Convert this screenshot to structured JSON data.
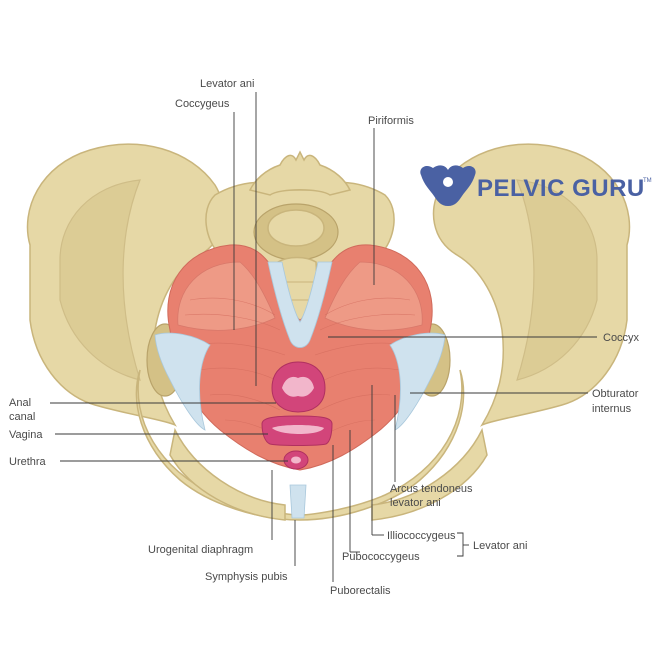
{
  "brand": {
    "name": "PELVIC GURU",
    "tm": "TM",
    "color": "#4a61a3"
  },
  "labels": {
    "levator_ani_top": "Levator ani",
    "coccygeus": "Coccygeus",
    "piriformis": "Piriformis",
    "coccyx": "Coccyx",
    "obturator_line1": "Obturator",
    "obturator_line2": "internus",
    "anal_line1": "Anal",
    "anal_line2": "canal",
    "vagina": "Vagina",
    "urethra": "Urethra",
    "arcus_line1": "Arcus tendoneus",
    "arcus_line2": "levator ani",
    "illiococcygeus": "Illiococcygeus",
    "pubococcygeus": "Pubococcygeus",
    "levator_ani_group": "Levator ani",
    "urogenital": "Urogenital diaphragm",
    "symphysis": "Symphysis pubis",
    "puborectalis": "Puborectalis"
  },
  "colors": {
    "bone": "#e6d8a6",
    "muscle": "#e8806f",
    "fascia": "#cfe2ee",
    "opening": "#d2457a"
  }
}
